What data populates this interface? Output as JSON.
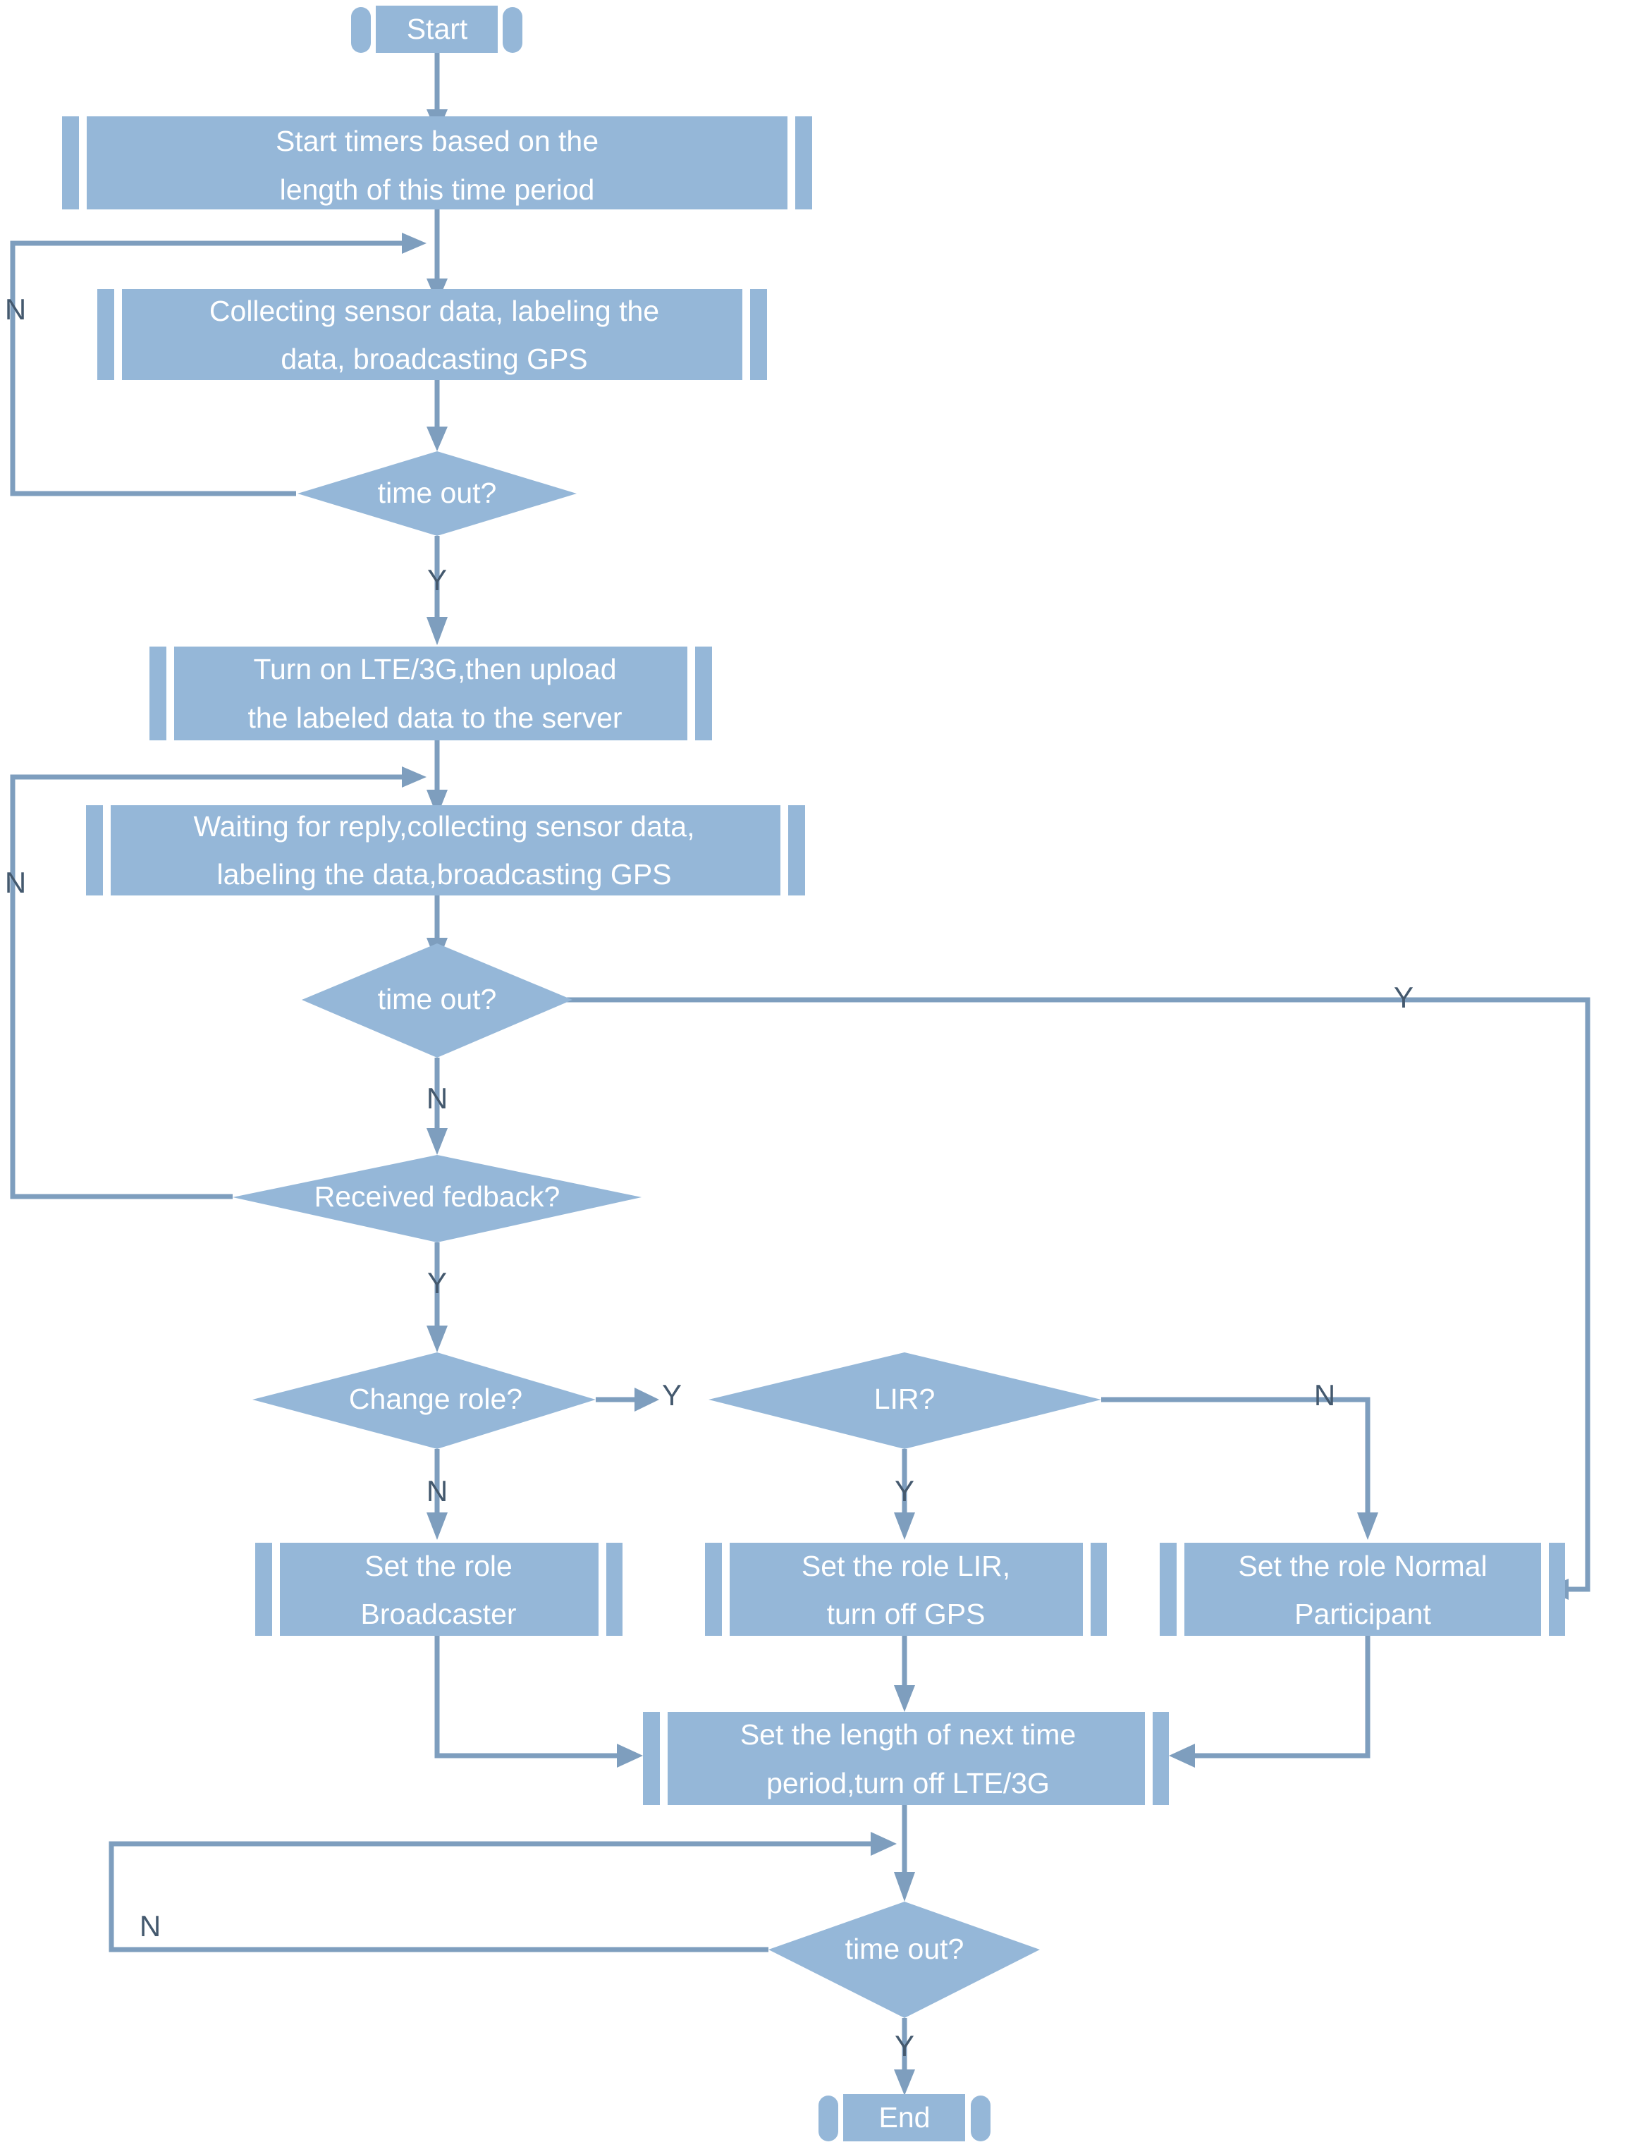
{
  "diagram": {
    "title": "Device role / duty-cycle state flowchart",
    "colors": {
      "shape_fill": "#95B7D8",
      "connector": "#7E9EBE",
      "node_text": "#FFFFFF",
      "edge_label_text": "#44596E",
      "background": "#FFFFFF"
    },
    "nodes": [
      {
        "id": "start",
        "type": "terminator",
        "label": "Start"
      },
      {
        "id": "start-timers",
        "type": "predefined-process",
        "label_line1": "Start timers based on the",
        "label_line2": "length of this time period"
      },
      {
        "id": "collect1",
        "type": "predefined-process",
        "label_line1": "Collecting sensor data, labeling the",
        "label_line2": "data, broadcasting GPS"
      },
      {
        "id": "timeout1",
        "type": "decision",
        "label": "time out?"
      },
      {
        "id": "upload",
        "type": "predefined-process",
        "label_line1": "Turn on LTE/3G,then upload",
        "label_line2": "the labeled data to the server"
      },
      {
        "id": "waiting",
        "type": "predefined-process",
        "label_line1": "Waiting for reply,collecting sensor data,",
        "label_line2": "labeling the data,broadcasting GPS"
      },
      {
        "id": "timeout2",
        "type": "decision",
        "label": "time out?"
      },
      {
        "id": "feedback",
        "type": "decision",
        "label": "Received  fedback?"
      },
      {
        "id": "changerole",
        "type": "decision",
        "label": "Change role?"
      },
      {
        "id": "lir",
        "type": "decision",
        "label": "LIR?"
      },
      {
        "id": "role-bc",
        "type": "predefined-process",
        "label_line1": "Set the role",
        "label_line2": "Broadcaster"
      },
      {
        "id": "role-lir",
        "type": "predefined-process",
        "label_line1": "Set the role LIR,",
        "label_line2": "turn off GPS"
      },
      {
        "id": "role-np",
        "type": "predefined-process",
        "label_line1": "Set the role Normal",
        "label_line2": "Participant"
      },
      {
        "id": "setlen",
        "type": "predefined-process",
        "label_line1": "Set the length of  next time",
        "label_line2": "period,turn off LTE/3G"
      },
      {
        "id": "timeout3",
        "type": "decision",
        "label": "time out?"
      },
      {
        "id": "end",
        "type": "terminator",
        "label": "End"
      }
    ],
    "edge_labels": {
      "timeout1_no": "N",
      "timeout1_yes": "Y",
      "timeout2_no": "N",
      "timeout2_yes": "Y",
      "feedback_no": "N",
      "feedback_yes": "Y",
      "changerole_no": "N",
      "changerole_yes": "Y",
      "lir_yes": "Y",
      "lir_no": "N",
      "timeout3_no": "N",
      "timeout3_yes": "Y"
    },
    "edges": [
      {
        "from": "start",
        "to": "start-timers",
        "label": ""
      },
      {
        "from": "start-timers",
        "to": "collect1",
        "label": ""
      },
      {
        "from": "collect1",
        "to": "timeout1",
        "label": ""
      },
      {
        "from": "timeout1",
        "to": "collect1",
        "label": "N"
      },
      {
        "from": "timeout1",
        "to": "upload",
        "label": "Y"
      },
      {
        "from": "upload",
        "to": "waiting",
        "label": ""
      },
      {
        "from": "waiting",
        "to": "timeout2",
        "label": ""
      },
      {
        "from": "timeout2",
        "to": "role-np",
        "label": "Y"
      },
      {
        "from": "timeout2",
        "to": "feedback",
        "label": "N"
      },
      {
        "from": "feedback",
        "to": "waiting",
        "label": "N"
      },
      {
        "from": "feedback",
        "to": "changerole",
        "label": "Y"
      },
      {
        "from": "changerole",
        "to": "lir",
        "label": "Y"
      },
      {
        "from": "changerole",
        "to": "role-bc",
        "label": "N"
      },
      {
        "from": "lir",
        "to": "role-lir",
        "label": "Y"
      },
      {
        "from": "lir",
        "to": "role-np",
        "label": "N"
      },
      {
        "from": "role-bc",
        "to": "setlen",
        "label": ""
      },
      {
        "from": "role-lir",
        "to": "setlen",
        "label": ""
      },
      {
        "from": "role-np",
        "to": "setlen",
        "label": ""
      },
      {
        "from": "setlen",
        "to": "timeout3",
        "label": ""
      },
      {
        "from": "timeout3",
        "to": "timeout3",
        "label": "N"
      },
      {
        "from": "timeout3",
        "to": "end",
        "label": "Y"
      }
    ]
  }
}
